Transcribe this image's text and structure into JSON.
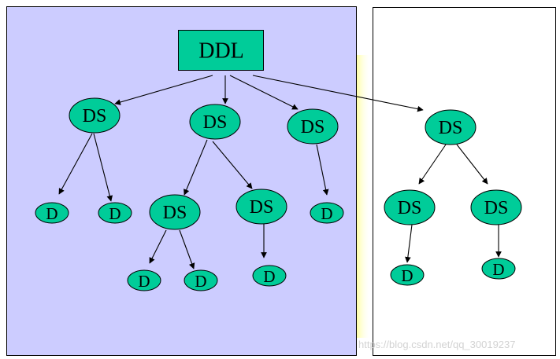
{
  "colors": {
    "left_panel_fill": "#ccccff",
    "right_panel_fill": "#ffffff",
    "node_fill": "#00cc99",
    "edge_color": "#000000",
    "glow_color": "#ffff99"
  },
  "nodes": {
    "ddl": {
      "label": "DDL"
    },
    "ds_left": {
      "label": "DS"
    },
    "ds_mid": {
      "label": "DS"
    },
    "ds_right": {
      "label": "DS"
    },
    "ds_mid_left": {
      "label": "DS"
    },
    "ds_mid_right": {
      "label": "DS"
    },
    "ds_remote": {
      "label": "DS"
    },
    "ds_remote_left": {
      "label": "DS"
    },
    "ds_remote_right": {
      "label": "DS"
    },
    "d1": {
      "label": "D"
    },
    "d2": {
      "label": "D"
    },
    "d3": {
      "label": "D"
    },
    "d4": {
      "label": "D"
    },
    "d5": {
      "label": "D"
    },
    "d6": {
      "label": "D"
    },
    "d7": {
      "label": "D"
    },
    "d8": {
      "label": "D"
    }
  },
  "watermark": "https://blog.csdn.net/qq_30019237"
}
